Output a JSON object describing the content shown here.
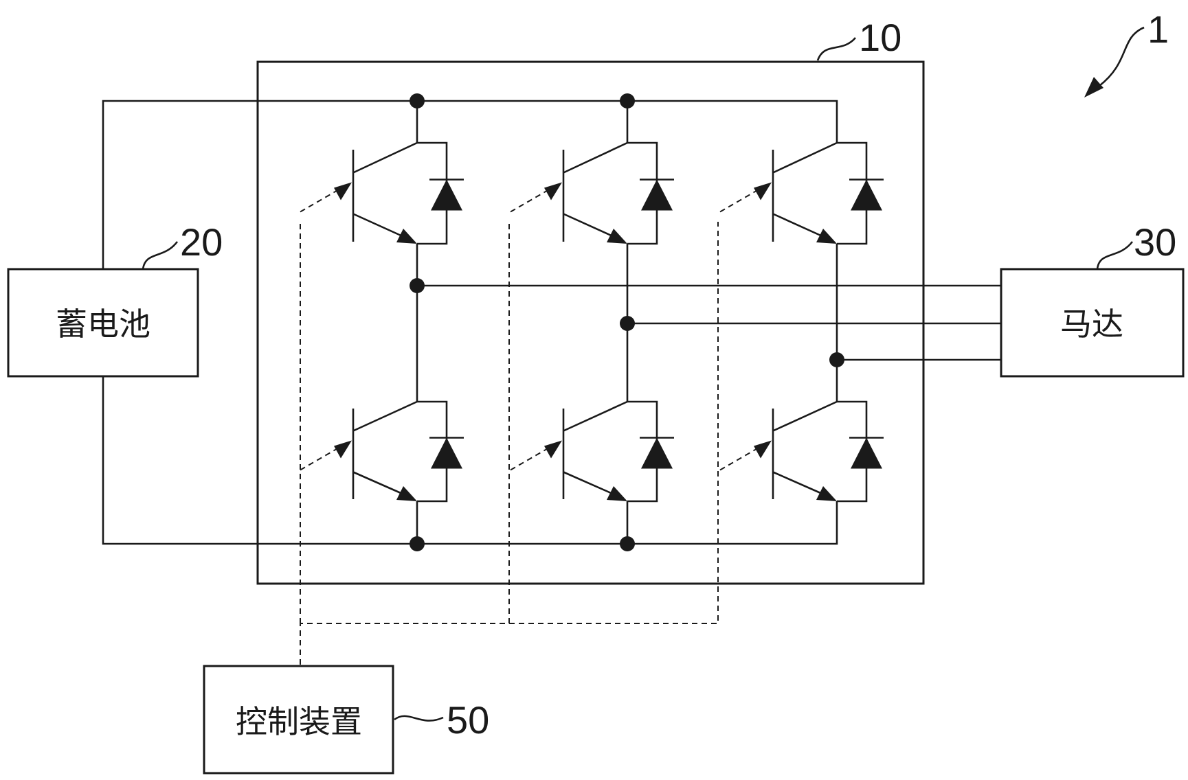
{
  "labels": {
    "battery": "蓄电池",
    "motor": "马达",
    "controller": "控制装置"
  },
  "refs": {
    "system": "1",
    "inverter": "10",
    "battery": "20",
    "motor": "30",
    "controller": "50"
  },
  "colors": {
    "line": "#1a1a1a",
    "background": "#ffffff"
  }
}
